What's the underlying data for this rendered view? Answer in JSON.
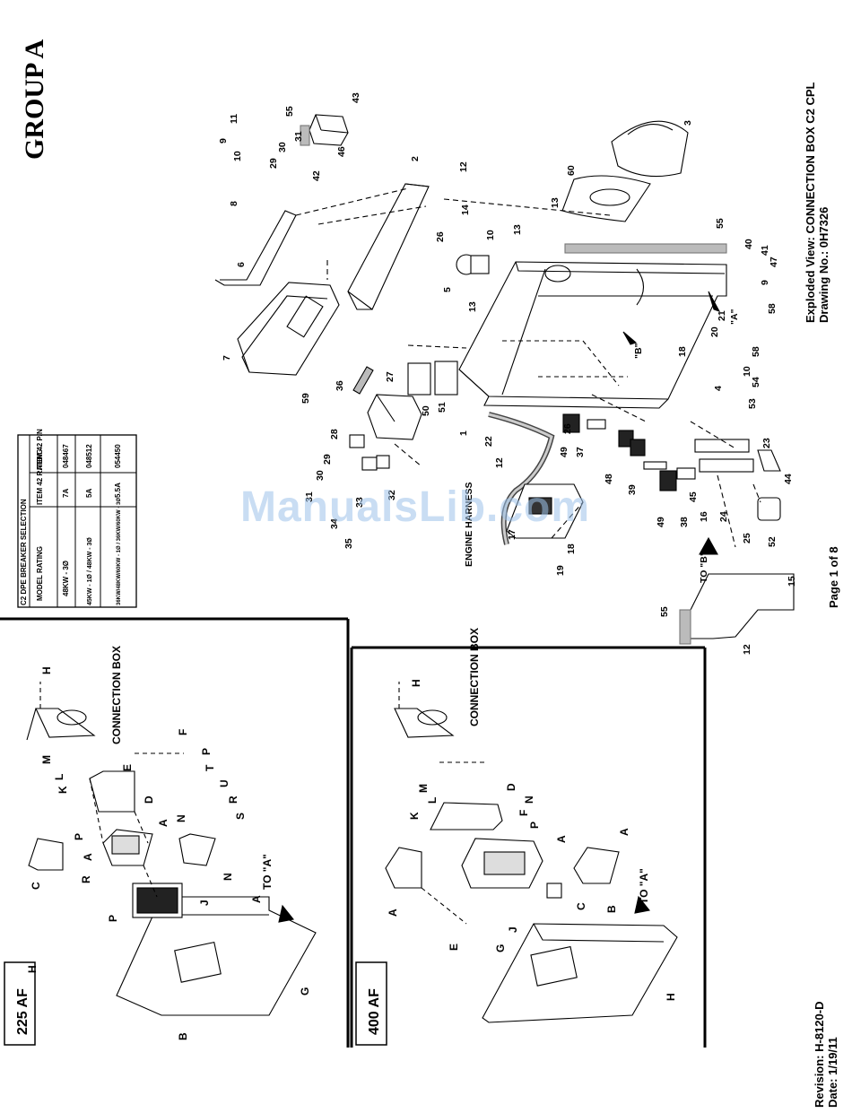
{
  "header": {
    "group": "GROUP A",
    "view_title": "Exploded View: CONNECTION BOX C2 CPL",
    "drawing_no": "Drawing No.: 0H7326",
    "page": "Page 1 of 8",
    "revision": "Revision: H-8120-D",
    "date": "Date: 1/19/11"
  },
  "table": {
    "title": "C2 DPE BREAKER SELECTION",
    "headers": [
      "MODEL RATING",
      "ITEM 42 RATING",
      "ITEM 42 P/N"
    ],
    "rows": [
      [
        "48KW - 3Ø",
        "7A",
        "048467"
      ],
      [
        "45KW - 1Ø / 48KW - 3Ø",
        "5A",
        "048512"
      ],
      [
        "36KW/48KW/60KW - 1Ø / 36KW/60KW - 3Ø",
        "5.5A",
        "054450"
      ]
    ]
  },
  "panels": [
    {
      "label": "225 AF",
      "connection_box": "CONNECTION BOX",
      "to_a": "TO \"A\""
    },
    {
      "label": "400 AF",
      "connection_box": "CONNECTION BOX",
      "to_a": "TO \"A\""
    }
  ],
  "main": {
    "engine_harness": "ENGINE HARNESS",
    "to_b": "TO \"B\"",
    "view_a": "\"A\"",
    "view_b": "\"B\"",
    "callouts": [
      "11",
      "9",
      "10",
      "55",
      "43",
      "31",
      "30",
      "29",
      "46",
      "42",
      "12",
      "2",
      "8",
      "6",
      "7",
      "59",
      "26",
      "14",
      "10",
      "13",
      "5",
      "13",
      "3",
      "60",
      "13",
      "55",
      "40",
      "41",
      "47",
      "9",
      "58",
      "21",
      "20",
      "18",
      "58",
      "10",
      "4",
      "54",
      "53",
      "36",
      "27",
      "50",
      "51",
      "1",
      "22",
      "12",
      "26",
      "49",
      "37",
      "28",
      "29",
      "30",
      "31",
      "33",
      "32",
      "35",
      "34",
      "48",
      "39",
      "49",
      "38",
      "45",
      "16",
      "24",
      "25",
      "23",
      "44",
      "52",
      "17",
      "18",
      "19",
      "12",
      "15",
      "55"
    ]
  },
  "panel_225_letters": [
    "H",
    "M",
    "L",
    "K",
    "E",
    "F",
    "P",
    "T",
    "U",
    "R",
    "S",
    "D",
    "A",
    "N",
    "P",
    "R",
    "A",
    "N",
    "P",
    "J",
    "C",
    "A",
    "B",
    "G",
    "H"
  ],
  "panel_400_letters": [
    "H",
    "M",
    "L",
    "K",
    "D",
    "N",
    "F",
    "P",
    "A",
    "A",
    "C",
    "J",
    "G",
    "E",
    "A",
    "B",
    "H"
  ],
  "watermark": "ManualsLib.com"
}
